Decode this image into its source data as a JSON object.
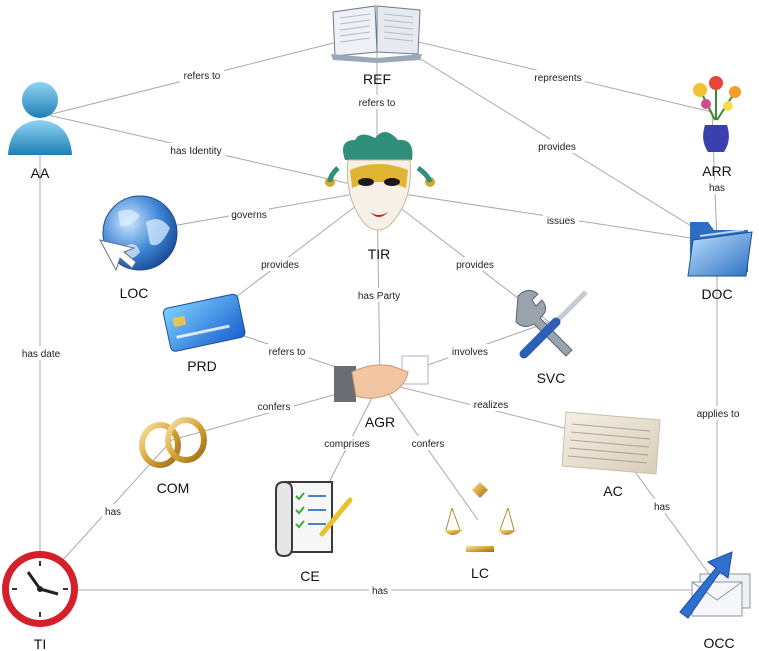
{
  "nodes": {
    "REF": {
      "label": "REF",
      "icon": "open-book-icon"
    },
    "AA": {
      "label": "AA",
      "icon": "user-avatar-icon"
    },
    "TIR": {
      "label": "TIR",
      "icon": "jester-mask-icon"
    },
    "ARR": {
      "label": "ARR",
      "icon": "flower-vase-icon"
    },
    "LOC": {
      "label": "LOC",
      "icon": "globe-cursor-icon"
    },
    "DOC": {
      "label": "DOC",
      "icon": "folder-icon"
    },
    "PRD": {
      "label": "PRD",
      "icon": "credit-card-icon"
    },
    "SVC": {
      "label": "SVC",
      "icon": "wrench-screwdriver-icon"
    },
    "AGR": {
      "label": "AGR",
      "icon": "handshake-icon"
    },
    "COM": {
      "label": "COM",
      "icon": "wedding-rings-icon"
    },
    "AC": {
      "label": "AC",
      "icon": "ledger-paper-icon"
    },
    "CE": {
      "label": "CE",
      "icon": "checklist-scroll-icon"
    },
    "LC": {
      "label": "LC",
      "icon": "scales-icon"
    },
    "TI": {
      "label": "TI",
      "icon": "clock-icon"
    },
    "OCC": {
      "label": "OCC",
      "icon": "envelopes-arrow-icon"
    }
  },
  "edges": [
    {
      "from": "AA",
      "to": "REF",
      "label": "refers to"
    },
    {
      "from": "REF",
      "to": "ARR",
      "label": "represents"
    },
    {
      "from": "REF",
      "to": "TIR",
      "label": "refers to"
    },
    {
      "from": "REF",
      "to": "DOC",
      "label": "provides"
    },
    {
      "from": "AA",
      "to": "TIR",
      "label": "has Identity"
    },
    {
      "from": "ARR",
      "to": "DOC",
      "label": "has"
    },
    {
      "from": "TIR",
      "to": "LOC",
      "label": "governs"
    },
    {
      "from": "TIR",
      "to": "DOC",
      "label": "issues"
    },
    {
      "from": "TIR",
      "to": "PRD",
      "label": "provides"
    },
    {
      "from": "TIR",
      "to": "SVC",
      "label": "provides"
    },
    {
      "from": "TIR",
      "to": "AGR",
      "label": "has Party"
    },
    {
      "from": "AA",
      "to": "TI",
      "label": "has date"
    },
    {
      "from": "PRD",
      "to": "AGR",
      "label": "refers to"
    },
    {
      "from": "AGR",
      "to": "SVC",
      "label": "involves"
    },
    {
      "from": "AGR",
      "to": "COM",
      "label": "confers"
    },
    {
      "from": "AGR",
      "to": "AC",
      "label": "realizes"
    },
    {
      "from": "AGR",
      "to": "CE",
      "label": "comprises"
    },
    {
      "from": "AGR",
      "to": "LC",
      "label": "confers"
    },
    {
      "from": "DOC",
      "to": "OCC",
      "label": "applies to"
    },
    {
      "from": "COM",
      "to": "TI",
      "label": "has"
    },
    {
      "from": "AC",
      "to": "OCC",
      "label": "has"
    },
    {
      "from": "TI",
      "to": "OCC",
      "label": "has"
    }
  ]
}
